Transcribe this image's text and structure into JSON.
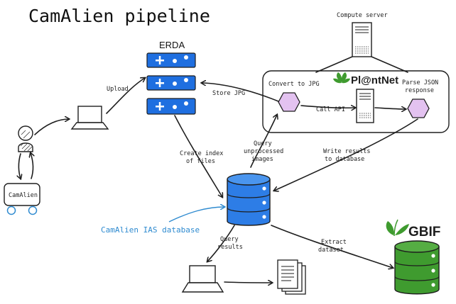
{
  "title": "CamAlien pipeline",
  "nodes": {
    "erda": "ERDA",
    "compute_server": "Compute server",
    "camalien_device": "CamAlien",
    "convert": "Convert to JPG",
    "parse": "Parse JSON\nresponse",
    "database_label": "CamAlien IAS database",
    "plantnet_logo": "Pl@ntNet",
    "gbif_logo": "GBIF"
  },
  "edges": {
    "upload": "Upload",
    "store_jpg": "Store JPG",
    "call_api": "Call API",
    "create_index": "Create index\nof files",
    "query_unprocessed": "Query\nunprocessed\nimages",
    "write_results": "Write results\nto database",
    "query_results": "Query\nresults",
    "extract_dataset": "Extract\ndataset"
  },
  "colors": {
    "blue": "#1f6fe0",
    "db_blue": "#2d7de6",
    "green": "#3f9b2f",
    "purple": "#e3c2f0",
    "label_blue": "#2f8bd0"
  }
}
